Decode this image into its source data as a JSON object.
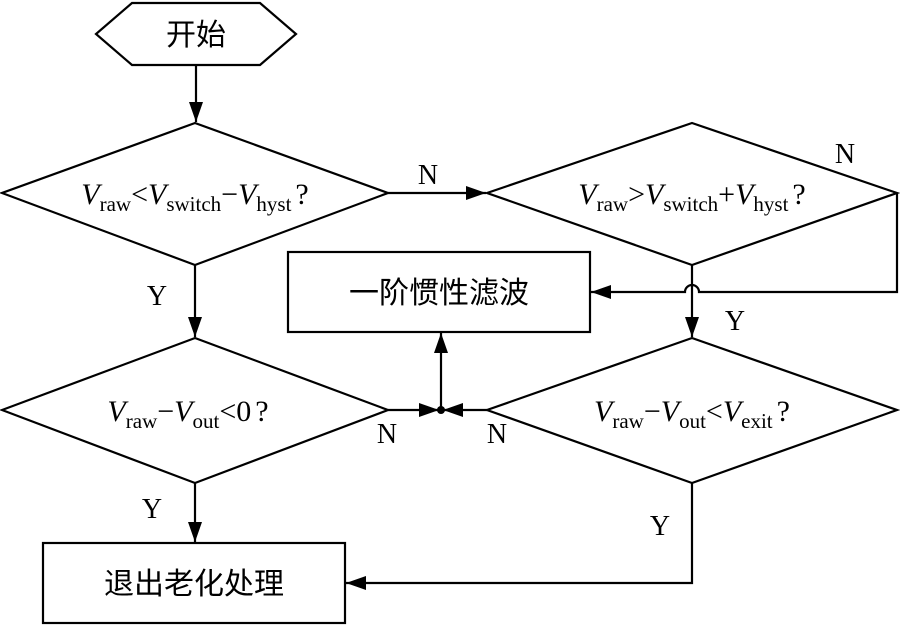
{
  "nodes": {
    "start": {
      "label": "开始",
      "shape": "hexagon"
    },
    "cond1": {
      "shape": "diamond",
      "parts": [
        {
          "t": "V",
          "s": "it"
        },
        {
          "t": "raw",
          "s": "sub"
        },
        {
          "t": "<",
          "s": "n"
        },
        {
          "t": "V",
          "s": "it"
        },
        {
          "t": "switch",
          "s": "sub"
        },
        {
          "t": "−",
          "s": "n"
        },
        {
          "t": "V",
          "s": "it"
        },
        {
          "t": "hyst",
          "s": "sub"
        },
        {
          "t": "?",
          "s": "n"
        }
      ]
    },
    "cond2": {
      "shape": "diamond",
      "parts": [
        {
          "t": "V",
          "s": "it"
        },
        {
          "t": "raw",
          "s": "sub"
        },
        {
          "t": ">",
          "s": "n"
        },
        {
          "t": "V",
          "s": "it"
        },
        {
          "t": "switch",
          "s": "sub"
        },
        {
          "t": "+",
          "s": "n"
        },
        {
          "t": "V",
          "s": "it"
        },
        {
          "t": "hyst",
          "s": "sub"
        },
        {
          "t": "?",
          "s": "n"
        }
      ]
    },
    "filter": {
      "label": "一阶惯性滤波",
      "shape": "rectangle"
    },
    "cond3": {
      "shape": "diamond",
      "parts": [
        {
          "t": "V",
          "s": "it"
        },
        {
          "t": "raw",
          "s": "sub"
        },
        {
          "t": "−",
          "s": "n"
        },
        {
          "t": "V",
          "s": "it"
        },
        {
          "t": "out",
          "s": "sub"
        },
        {
          "t": "<0",
          "s": "n"
        },
        {
          "t": "?",
          "s": "n"
        }
      ]
    },
    "cond4": {
      "shape": "diamond",
      "parts": [
        {
          "t": "V",
          "s": "it"
        },
        {
          "t": "raw",
          "s": "sub"
        },
        {
          "t": "−",
          "s": "n"
        },
        {
          "t": "V",
          "s": "it"
        },
        {
          "t": "out",
          "s": "sub"
        },
        {
          "t": "<",
          "s": "n"
        },
        {
          "t": "V",
          "s": "it"
        },
        {
          "t": "exit",
          "s": "sub"
        },
        {
          "t": "?",
          "s": "n"
        }
      ]
    },
    "exit": {
      "label": "退出老化处理",
      "shape": "rectangle"
    }
  },
  "edges": [
    {
      "from": "start",
      "to": "cond1",
      "label": ""
    },
    {
      "from": "cond1",
      "to": "cond2",
      "label": "N"
    },
    {
      "from": "cond1",
      "to": "cond3",
      "label": "Y"
    },
    {
      "from": "cond2",
      "to": "filter",
      "label": "N"
    },
    {
      "from": "cond2",
      "to": "cond4",
      "label": "Y"
    },
    {
      "from": "cond3",
      "to": "filter",
      "label": "N"
    },
    {
      "from": "cond3",
      "to": "exit",
      "label": "Y"
    },
    {
      "from": "cond4",
      "to": "filter",
      "label": "N"
    },
    {
      "from": "cond4",
      "to": "exit",
      "label": "Y"
    }
  ],
  "labels": {
    "yes": "Y",
    "no": "N"
  }
}
